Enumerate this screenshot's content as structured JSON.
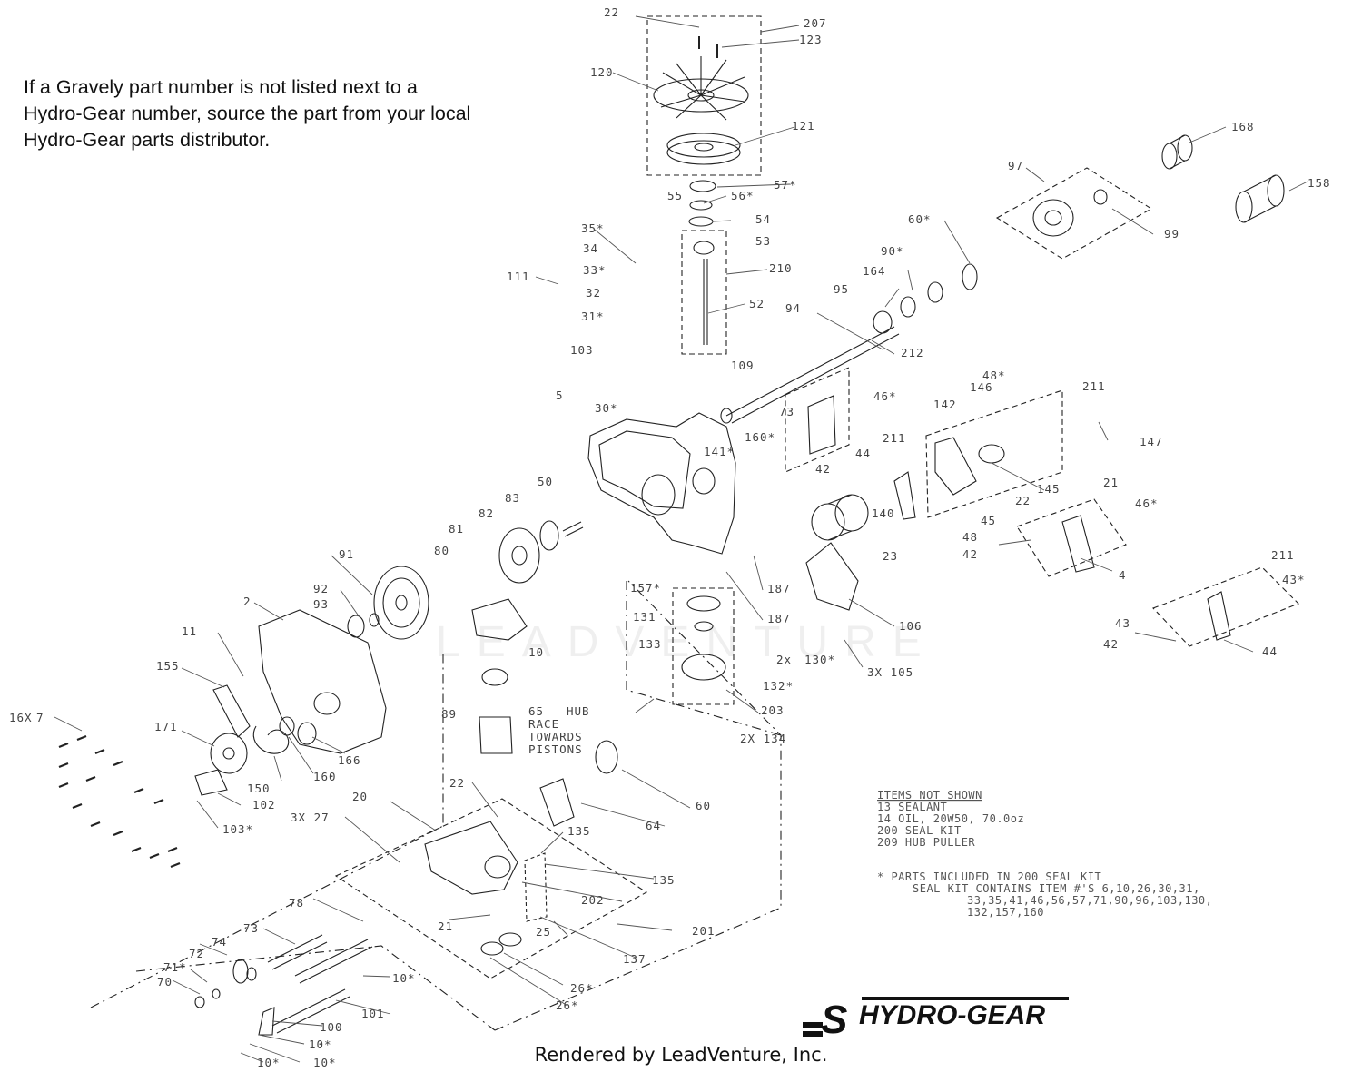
{
  "note_lines": [
    "If a Gravely part number is not listed next to a",
    "Hydro-Gear number, source the part from your local",
    "Hydro-Gear parts distributor."
  ],
  "callouts": [
    "22",
    "207",
    "123",
    "120",
    "121",
    "57*",
    "55",
    "56*",
    "54",
    "53",
    "210",
    "52",
    "35*",
    "34",
    "33*",
    "32",
    "31*",
    "111",
    "103",
    "5",
    "30*",
    "109",
    "94",
    "212",
    "60*",
    "90*",
    "164",
    "95",
    "97",
    "99",
    "168",
    "158",
    "73",
    "160*",
    "141*",
    "42",
    "46*",
    "211",
    "44",
    "48*",
    "142",
    "146",
    "211",
    "147",
    "145",
    "22",
    "45",
    "140",
    "23",
    "48",
    "42",
    "21",
    "46*",
    "4",
    "211",
    "43*",
    "43",
    "42",
    "44",
    "50",
    "83",
    "82",
    "81",
    "80",
    "91",
    "92",
    "93",
    "2",
    "11",
    "155",
    "157*",
    "131",
    "133",
    "10",
    "187",
    "187",
    "106",
    "2x",
    "130*",
    "3X 105",
    "132*",
    "203",
    "2X 134",
    "65",
    "HUB",
    "RACE",
    "TOWARDS",
    "PISTONS",
    "89",
    "166",
    "16X",
    "7",
    "171",
    "150",
    "160",
    "102",
    "103*",
    "60",
    "64",
    "22",
    "20",
    "3X 27",
    "135",
    "135",
    "202",
    "201",
    "21",
    "25",
    "137",
    "26*",
    "26*",
    "78",
    "73",
    "74",
    "72",
    "71*",
    "70",
    "10*",
    "101",
    "100",
    "10*",
    "10*",
    "10*"
  ],
  "items_not_shown": {
    "heading": "ITEMS NOT SHOWN",
    "lines": [
      "13 SEALANT",
      "14 OIL, 20W50, 70.0oz",
      "200 SEAL KIT",
      "209 HUB PULLER"
    ]
  },
  "footnote": [
    "* PARTS INCLUDED IN 200 SEAL KIT",
    "SEAL KIT CONTAINS ITEM #'S 6,10,26,30,31,",
    "33,35,41,46,56,57,71,90,96,103,130,",
    "132,157,160"
  ],
  "watermark": "LEADVENTURE",
  "logo": {
    "text": "HYDRO-GEAR",
    "mark": "S"
  },
  "footer": "Rendered by LeadVenture, Inc."
}
